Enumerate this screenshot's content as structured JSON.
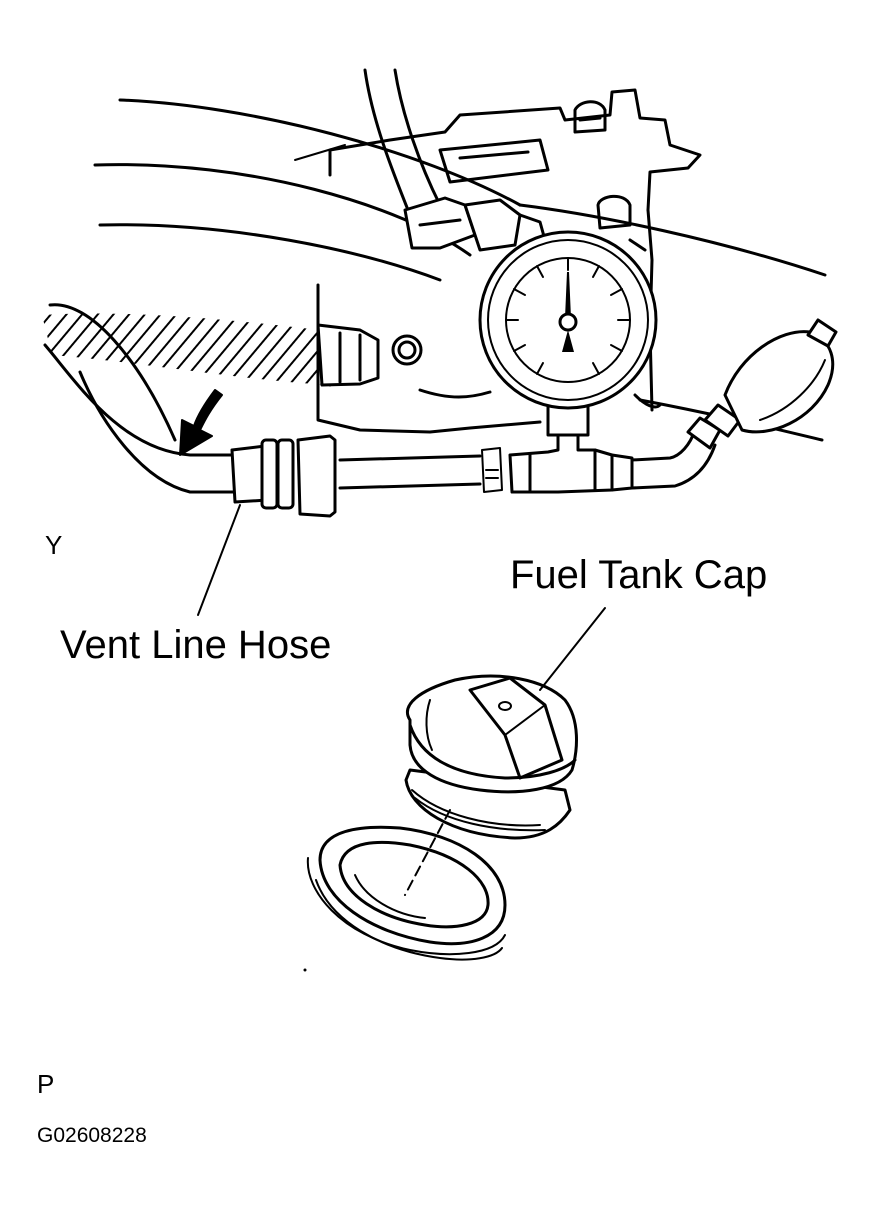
{
  "labels": {
    "vent_line_hose": "Vent Line Hose",
    "fuel_tank_cap": "Fuel Tank Cap",
    "marker_y": "Y",
    "marker_p": "P",
    "figure_code": "G02608228"
  },
  "colors": {
    "ink": "#000000",
    "background": "#ffffff"
  },
  "icons": [
    "direction-arrow-icon",
    "pressure-gauge-icon",
    "hand-pump-bulb-icon"
  ]
}
